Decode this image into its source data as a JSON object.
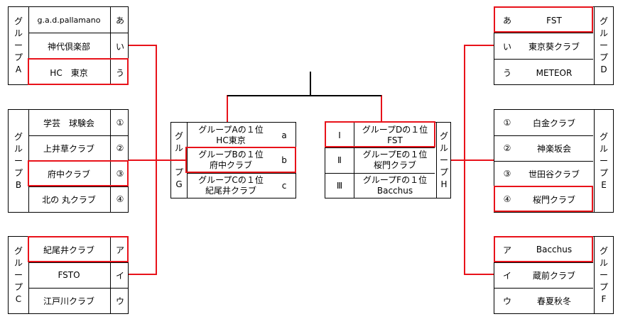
{
  "groups": {
    "A": {
      "label": [
        "グ",
        "ル",
        "ー",
        "プ",
        "A"
      ],
      "teams": [
        {
          "name": "g.a.d.pallamano",
          "mark": "あ"
        },
        {
          "name": "神代倶楽部",
          "mark": "い"
        },
        {
          "name": "HC　東京",
          "mark": "う"
        }
      ]
    },
    "B": {
      "label": [
        "グ",
        "ル",
        "ー",
        "プ",
        "B"
      ],
      "teams": [
        {
          "name": "学芸　球験会",
          "mark": "①"
        },
        {
          "name": "上井草クラブ",
          "mark": "②"
        },
        {
          "name": "府中クラブ",
          "mark": "③"
        },
        {
          "name": "北の 丸クラブ",
          "mark": "④"
        }
      ]
    },
    "C": {
      "label": [
        "グ",
        "ル",
        "ー",
        "プ",
        "C"
      ],
      "teams": [
        {
          "name": "紀尾井クラブ",
          "mark": "ア"
        },
        {
          "name": "FSTO",
          "mark": "イ"
        },
        {
          "name": "江戸川クラブ",
          "mark": "ウ"
        }
      ]
    },
    "D": {
      "label": [
        "グ",
        "ル",
        "ー",
        "プ",
        "D"
      ],
      "teams": [
        {
          "name": "FST",
          "mark": "あ"
        },
        {
          "name": "東京葵クラブ",
          "mark": "い"
        },
        {
          "name": "METEOR",
          "mark": "う"
        }
      ]
    },
    "E": {
      "label": [
        "グ",
        "ル",
        "ー",
        "プ",
        "E"
      ],
      "teams": [
        {
          "name": "白金クラブ",
          "mark": "①"
        },
        {
          "name": "神楽坂会",
          "mark": "②"
        },
        {
          "name": "世田谷クラブ",
          "mark": "③"
        },
        {
          "name": "桜門クラブ",
          "mark": "④"
        }
      ]
    },
    "F": {
      "label": [
        "グ",
        "ル",
        "ー",
        "プ",
        "F"
      ],
      "teams": [
        {
          "name": "Bacchus",
          "mark": "ア"
        },
        {
          "name": "蔵前クラブ",
          "mark": "イ"
        },
        {
          "name": "春夏秋冬",
          "mark": "ウ"
        }
      ]
    },
    "G": {
      "label": [
        "グ",
        "ル",
        "ー",
        "プ",
        "G"
      ],
      "rows": [
        {
          "line1": "グループAの１位",
          "line2": "HC東京",
          "mark": "a"
        },
        {
          "line1": "グループBの１位",
          "line2": "府中クラブ",
          "mark": "b"
        },
        {
          "line1": "グループCの１位",
          "line2": "紀尾井クラブ",
          "mark": "c"
        }
      ]
    },
    "H": {
      "label": [
        "グ",
        "ル",
        "ー",
        "プ",
        "H"
      ],
      "rows": [
        {
          "line1": "グループDの１位",
          "line2": "FST",
          "mark": "Ⅰ"
        },
        {
          "line1": "グループEの１位",
          "line2": "桜門クラブ",
          "mark": "Ⅱ"
        },
        {
          "line1": "グループFの１位",
          "line2": "Bacchus",
          "mark": "Ⅲ"
        }
      ]
    }
  },
  "colors": {
    "highlight": "#e8121a",
    "line": "#000000"
  }
}
